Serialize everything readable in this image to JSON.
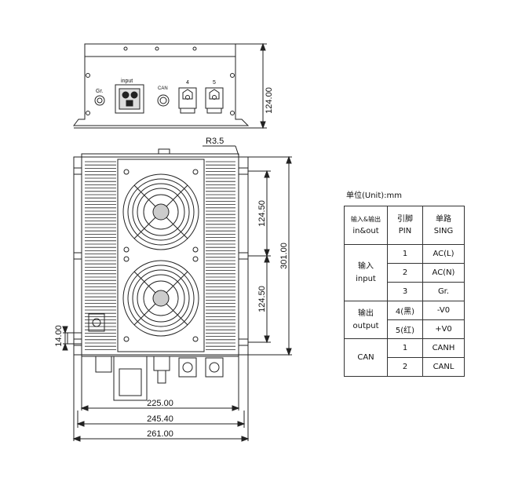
{
  "dimensions": {
    "height_top": "124.00",
    "corner_radius": "R3.5",
    "spacing_upper": "124.50",
    "spacing_lower": "124.50",
    "total_height": "301.00",
    "side_offset": "14.00",
    "width_inner": "225.00",
    "width_mid": "245.40",
    "width_total": "261.00"
  },
  "connector_labels": {
    "ground": "Gr.",
    "input": "input",
    "can": "CAN",
    "pin4": "4",
    "pin5": "5"
  },
  "unit_label": "单位(Unit):mm",
  "table": {
    "headers": [
      {
        "zh": "输入&输出",
        "en": "in&out"
      },
      {
        "zh": "引脚",
        "en": "PIN"
      },
      {
        "zh": "单路",
        "en": "SING"
      }
    ],
    "groups": [
      {
        "zh": "输入",
        "en": "input",
        "rows": [
          {
            "pin": "1",
            "sig": "AC(L)"
          },
          {
            "pin": "2",
            "sig": "AC(N)"
          },
          {
            "pin": "3",
            "sig": "Gr."
          }
        ]
      },
      {
        "zh": "输出",
        "en": "output",
        "rows": [
          {
            "pin": "4(黑)",
            "sig": "-V0"
          },
          {
            "pin": "5(红)",
            "sig": "+V0"
          }
        ]
      },
      {
        "zh": "CAN",
        "en": "",
        "rows": [
          {
            "pin": "1",
            "sig": "CANH"
          },
          {
            "pin": "2",
            "sig": "CANL"
          }
        ]
      }
    ]
  },
  "colors": {
    "line": "#222222",
    "background": "#ffffff"
  }
}
